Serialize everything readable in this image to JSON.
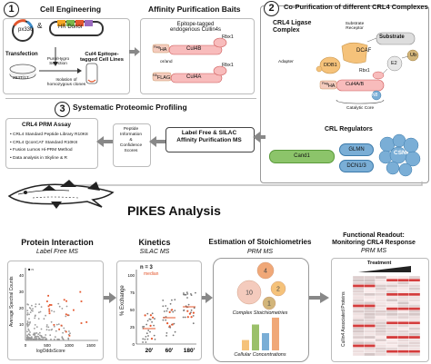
{
  "section1": {
    "number": "1",
    "cell_engineering": {
      "title": "Cell Engineering",
      "plasmid1": "px330",
      "amp": "&",
      "plasmid2": "HR Donor",
      "transfection": "Transfection",
      "selection": "Puro/Hygro\nSelection",
      "cell_line_label": "293T/17",
      "result": "Cul4 Epitope-\ntagged Cell Lines",
      "isolation": "Isolation of\nhomozygous clones"
    },
    "baits": {
      "title": "Affinity Purification Baits",
      "subtitle": "Epitope-tagged\nendogenous Cullin4s",
      "tag1": "HA",
      "tag1_sup": "Flag",
      "cul4b": "Cul4B",
      "rbx1_a": "Rbx1",
      "or": "or/and",
      "tag2": "FLAG",
      "tag2_sup": "HA",
      "cul4a": "Cul4A",
      "rbx1_b": "Rbx1"
    }
  },
  "section2": {
    "number": "2",
    "title": "Co-Purification of different CRL4 Complexes",
    "ligase_title": "CRL4 Ligase\nComplex",
    "substrate_receptor": "Substrate\nReceptor",
    "substrate": "Substrate",
    "adapter": "Adapter",
    "dcaf": "DCAF",
    "ddb1": "DDB1",
    "ub": "Ub",
    "e2": "E2",
    "rbx1": "Rbx1",
    "ha_tag": "HA",
    "ha_sup": "Flag",
    "cul4ab": "Cul4A/B",
    "n8": "N8",
    "catalytic_core": "Catalytic Core",
    "regulators_title": "CRL Regulators",
    "cand1": "Cand1",
    "glmn": "GLMN",
    "dcn": "DCN1/3",
    "csn": "CSN"
  },
  "section3": {
    "number": "3",
    "title": "Systematic Proteomic Profiling",
    "prm_title": "CRL4 PRM Assay",
    "prm_items": [
      "CRL4 Standard Peptide Library R10K8",
      "CRL4 QconCAT Standard R10K8",
      "Fusion Lumos Hi-PRM Method",
      "Data analysis in Skyline & R"
    ],
    "peptide_info": "Peptide\nInformation\n&\nConfidence\nScores",
    "labelfree": "Label Free & SILAC\nAffinity Purification MS"
  },
  "pikes": "PIKES Analysis",
  "bottom": {
    "p_title": "Protein Interaction",
    "p_sub": "Label Free MS",
    "k_title": "Kinetics",
    "k_sub": "SILAC MS",
    "e_title": "Estimation of Stoichiometries",
    "e_sub": "PRM MS",
    "f_title": "Functional Readout:\nMonitoring CRL4 Response",
    "f_sub": "PRM MS"
  },
  "scatter_chart": {
    "ylabel": "Average Spectral Counts",
    "xlabel": "logOddsScore",
    "yticks": [
      "10",
      "20",
      "30",
      "40"
    ],
    "xticks": [
      "0",
      "500",
      "1000",
      "1500"
    ],
    "legend_marker": "■ n"
  },
  "kinetics_chart": {
    "ylabel": "% Exchange",
    "yticks": [
      "0",
      "25",
      "50",
      "75",
      "100"
    ],
    "xticks": [
      "20'",
      "60'",
      "180'"
    ],
    "n_label": "n = 3",
    "median_label": "median"
  },
  "stoich": {
    "bubbles": [
      {
        "label": "4",
        "color": "#f0a878"
      },
      {
        "label": "2",
        "color": "#f5c27a"
      },
      {
        "label": "10",
        "color": "#f4cbbd"
      },
      {
        "label": "1",
        "color": "#d2b57a"
      }
    ],
    "caption1": "Complex Stoichiometries",
    "caption2": "Cellular Concentrations",
    "bars": [
      {
        "value": 0.3,
        "color": "#f5c27a"
      },
      {
        "value": 0.75,
        "color": "#9bc06a"
      },
      {
        "value": 0.5,
        "color": "#7aaed6"
      },
      {
        "value": 0.95,
        "color": "#f0a878"
      }
    ]
  },
  "heatmap": {
    "treatment": "Treatment",
    "ylabel": "Cullin4 Associated Proteins"
  }
}
